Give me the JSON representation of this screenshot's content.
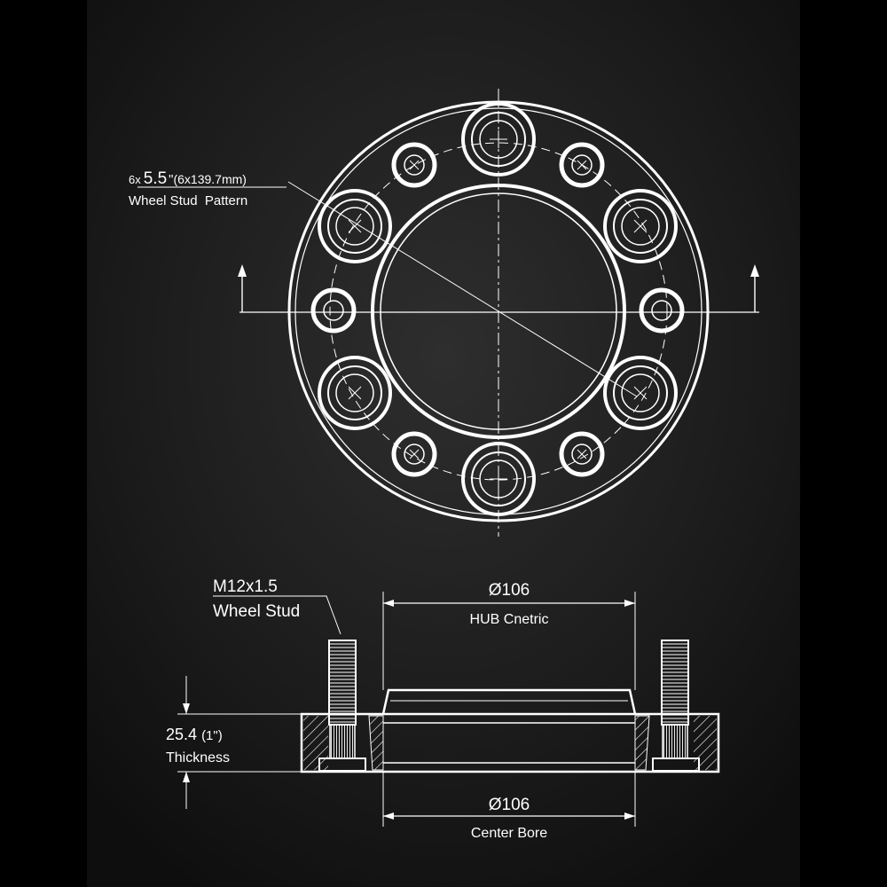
{
  "top_view": {
    "pattern_prefix": "6x",
    "pattern_inch": "5.5",
    "pattern_inch_mark": "\"",
    "pattern_metric": "(6x139.7mm)",
    "pattern_label": "Wheel Stud  Pattern"
  },
  "side_view": {
    "stud_spec": "M12x1.5",
    "stud_label": "Wheel Stud",
    "hub_dim": "Ø106",
    "hub_label": "HUB Cnetric",
    "thickness_value": "25.4",
    "thickness_inch": "(1\")",
    "thickness_label": "Thickness",
    "bore_dim": "Ø106",
    "bore_label": "Center Bore"
  },
  "colors": {
    "background": "#1e1e1e",
    "frame": "#000000",
    "line": "#ffffff"
  }
}
